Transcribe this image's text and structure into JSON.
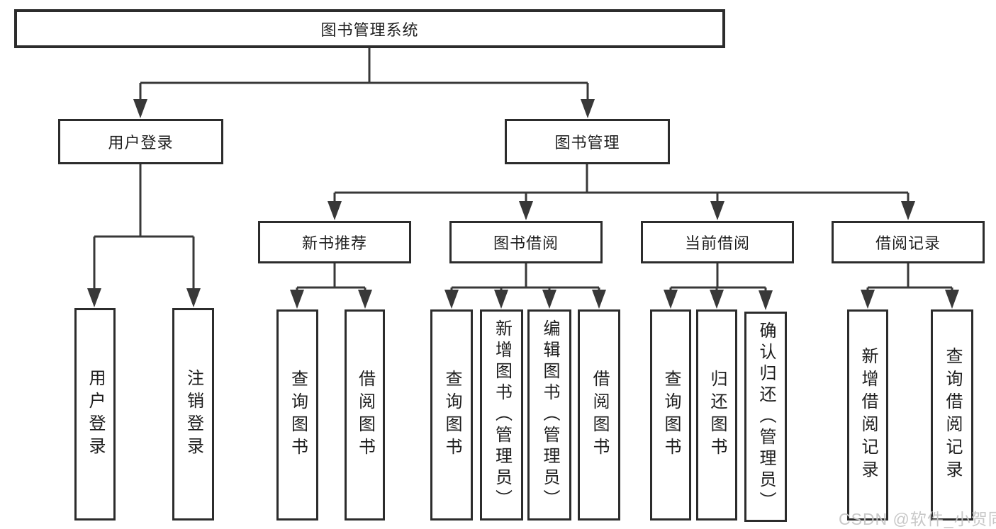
{
  "diagram": {
    "root": "图书管理系统",
    "level2": {
      "user_login": "用户登录",
      "book_management": "图书管理"
    },
    "user_login_children": [
      "用户登录",
      "注销登录"
    ],
    "level3": [
      "新书推荐",
      "图书借阅",
      "当前借阅",
      "借阅记录"
    ],
    "new_book_children": [
      "查询图书",
      "借阅图书"
    ],
    "book_borrow_children": [
      "查询图书",
      "新增图书（管理员）",
      "编辑图书（管理员）",
      "借阅图书"
    ],
    "current_borrow_children": [
      "查询图书",
      "归还图书",
      "确认归还（管理员）"
    ],
    "borrow_record_children": [
      "新增借阅记录",
      "查询借阅记录"
    ],
    "watermark": "CSDN @软件_小贺同学",
    "colors": {
      "line": "#383838",
      "box_border": "#2c2c2c",
      "text": "#1e1e1e",
      "watermark": "#c5c5c5",
      "background": "#ffffff"
    }
  }
}
